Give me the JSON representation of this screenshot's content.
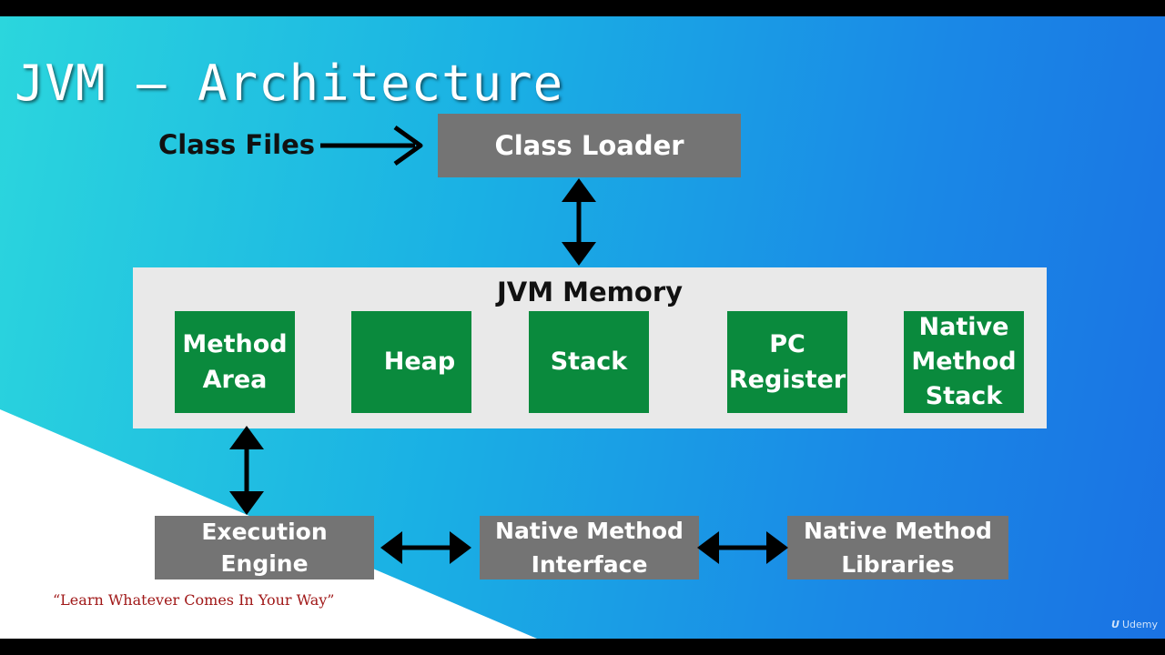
{
  "title": "JVM – Architecture",
  "class_files_label": "Class Files",
  "class_loader": "Class Loader",
  "memory": {
    "title": "JVM Memory",
    "areas": [
      {
        "line1": "Method",
        "line2": "Area",
        "line3": ""
      },
      {
        "line1": "Heap",
        "line2": "",
        "line3": ""
      },
      {
        "line1": "Stack",
        "line2": "",
        "line3": ""
      },
      {
        "line1": "PC",
        "line2": "Register",
        "line3": ""
      },
      {
        "line1": "Native",
        "line2": "Method",
        "line3": "Stack"
      }
    ]
  },
  "execution_engine": "Execution Engine",
  "native_interface": {
    "line1": "Native Method",
    "line2": "Interface"
  },
  "native_libraries": {
    "line1": "Native Method",
    "line2": "Libraries"
  },
  "quote": "“Learn Whatever Comes In Your Way”",
  "brand": {
    "mark": "U",
    "name": "Udemy"
  },
  "colors": {
    "background_start": "#2bd6dd",
    "background_end": "#1a72e3",
    "gray_box": "#747474",
    "memory_panel": "#e9e9e9",
    "memory_area": "#0a8a3d",
    "quote": "#a01818"
  }
}
